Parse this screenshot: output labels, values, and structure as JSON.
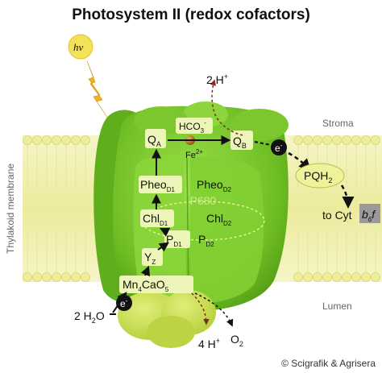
{
  "title": "Photosystem II (redox cofactors)",
  "labels": {
    "hv": "hν",
    "two_h_plus": "2 H",
    "plus": "+",
    "hco3": "HCO",
    "hco3_sub": "3",
    "hco3_sup": "-",
    "stroma": "Stroma",
    "lumen": "Lumen",
    "membrane": "Thylakoid membrane",
    "qa": "Q",
    "qa_sub": "A",
    "qb": "Q",
    "qb_sub": "B",
    "fe": "Fe",
    "fe_sup": "2+",
    "electron": "e",
    "electron_sup": "-",
    "pqh2": "PQH",
    "pqh2_sub": "2",
    "to_cyt": "to Cyt",
    "cyt_b": "b",
    "cyt_b_sub": "6",
    "cyt_f": "f",
    "pheo": "Pheo",
    "d1": "D1",
    "d2": "D2",
    "p680": "P680",
    "chl": "Chl",
    "p": "P",
    "yz": "Y",
    "yz_sub": "Z",
    "mn": "Mn",
    "mn_sub": "4",
    "cao": "CaO",
    "cao_sub": "5",
    "water": "2 H",
    "water_sub": "2",
    "water_o": "O",
    "four_h_plus": "4 H",
    "o2": "O",
    "o2_sub": "2",
    "copyright": "© Scigrafik & Agrisera"
  },
  "colors": {
    "protein": "#79c62a",
    "protein_dark": "#4f9a13",
    "protein_light": "#a9e05a",
    "membrane": "#f2f1b4",
    "lipid_head": "#eeee9a",
    "box": "#eef5b8",
    "oec": "#c9dc55",
    "ellipse": "#eef29a",
    "arrow": "#111111",
    "dashed_red": "#7a2e1e",
    "lightning": "#f2b11e",
    "hv_fill": "#f4e15a"
  }
}
